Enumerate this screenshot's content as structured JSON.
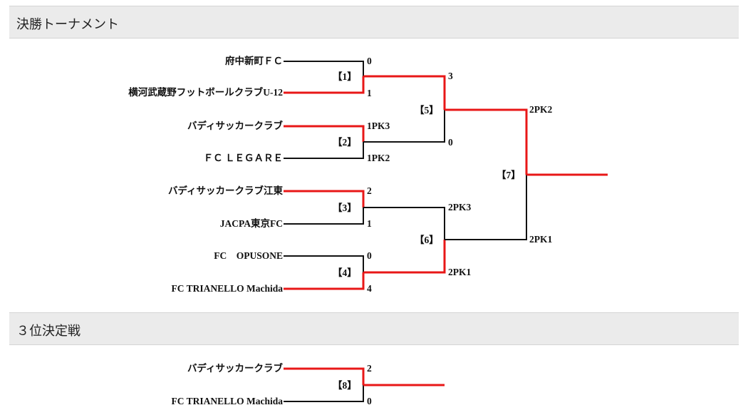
{
  "sections": {
    "final_title": "決勝トーナメント",
    "third_title": "３位決定戦"
  },
  "teams": {
    "t1": "府中新町ＦＣ",
    "t2": "横河武蔵野フットボールクラブU-12",
    "t3": "バディサッカークラブ",
    "t4": "ＦＣ ＬＥＧＡＲＥ",
    "t5": "バディサッカークラブ江東",
    "t6": "JACPA東京FC",
    "t7": "FC　OPUSONE",
    "t8": "FC TRIANELLO Machida",
    "t9": "バディサッカークラブ",
    "t10": "FC TRIANELLO Machida"
  },
  "matches": {
    "m1": {
      "label": "【1】",
      "top": "0",
      "bottom": "1",
      "winner": "bottom"
    },
    "m2": {
      "label": "【2】",
      "top": "1PK3",
      "bottom": "1PK2",
      "winner": "top"
    },
    "m3": {
      "label": "【3】",
      "top": "2",
      "bottom": "1",
      "winner": "top"
    },
    "m4": {
      "label": "【4】",
      "top": "0",
      "bottom": "4",
      "winner": "bottom"
    },
    "m5": {
      "label": "【5】",
      "top": "3",
      "bottom": "0",
      "winner": "top"
    },
    "m6": {
      "label": "【6】",
      "top": "2PK3",
      "bottom": "2PK1",
      "winner": "bottom"
    },
    "m7": {
      "label": "【7】",
      "top": "2PK2",
      "bottom": "2PK1",
      "winner": "top"
    },
    "m8": {
      "label": "【8】",
      "top": "2",
      "bottom": "0",
      "winner": "top"
    }
  },
  "colors": {
    "winner_line": "#e81717",
    "line": "#111111",
    "header_bg": "#ebebeb"
  }
}
